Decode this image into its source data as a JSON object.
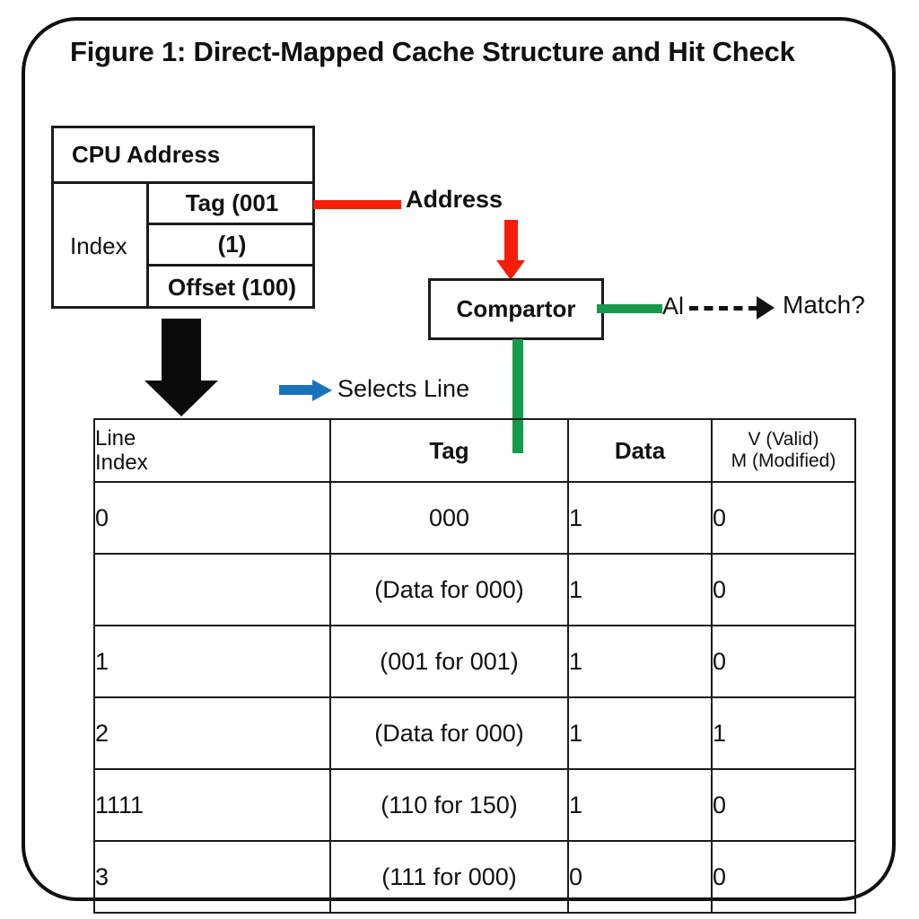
{
  "figure": {
    "title": "Figure 1: Direct-Mapped Cache Structure and Hit Check"
  },
  "cpu_address": {
    "header": "CPU Address",
    "index_label": "Index",
    "tag_field": "Tag  (001",
    "index_field": "(1)",
    "offset_field": "Offset (100)"
  },
  "flow": {
    "address_label": "Address",
    "comparator_label": "Compartor",
    "ai_label": "Al",
    "match_label": "Match?",
    "selects_line_label": "Selects Line"
  },
  "colors": {
    "red": "#f51d08",
    "green": "#179a4c",
    "blue": "#1a72bd",
    "black": "#111111"
  },
  "cache_table": {
    "headers": {
      "line_index_l1": "Line",
      "line_index_l2": "Index",
      "tag": "Tag",
      "data": "Data",
      "vm_l1": "V (Valid)",
      "vm_l2": "M (Modified)"
    },
    "rows": [
      {
        "index": "0",
        "tag": "000",
        "data": "1",
        "vm": "0"
      },
      {
        "index": "",
        "tag": "(Data for 000)",
        "data": "1",
        "vm": "0"
      },
      {
        "index": "1",
        "tag": "(001 for 001)",
        "data": "1",
        "vm": "0"
      },
      {
        "index": "2",
        "tag": "(Data for 000)",
        "data": "1",
        "vm": "1"
      },
      {
        "index": "1111",
        "tag": "(110  for 150)",
        "data": "1",
        "vm": "0"
      },
      {
        "index": "3",
        "tag": "(111 for 000)",
        "data": "0",
        "vm": "0"
      }
    ]
  }
}
